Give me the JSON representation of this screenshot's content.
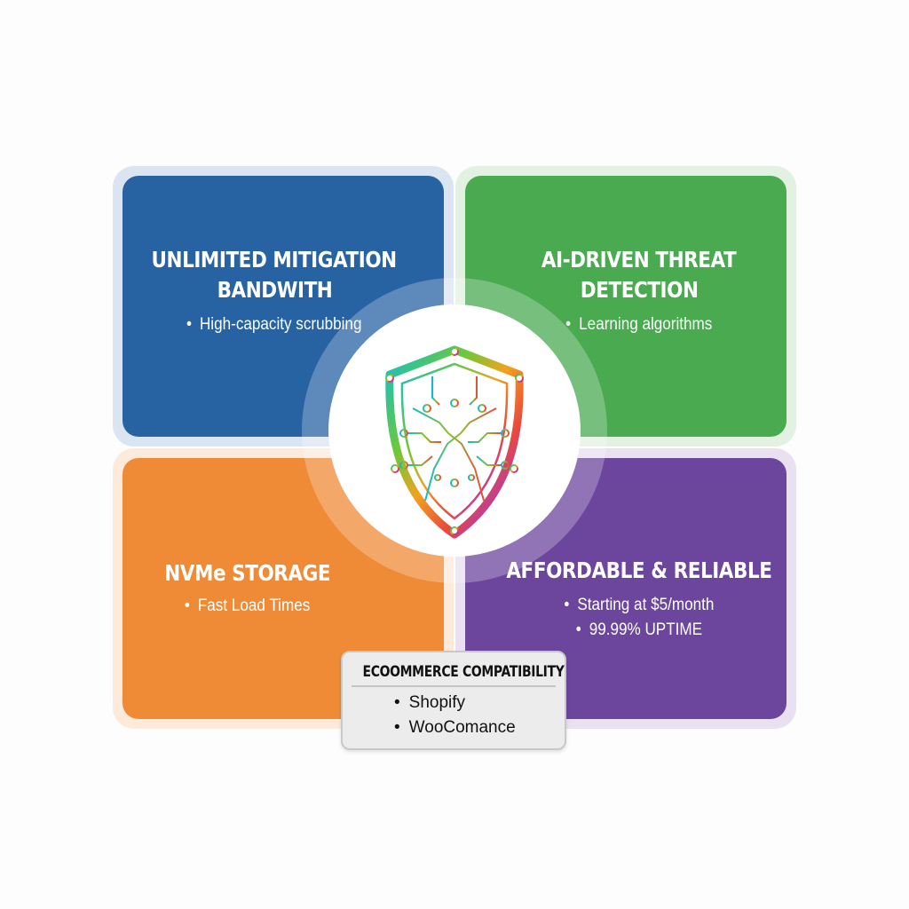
{
  "colors": {
    "blue": "#2763a3",
    "green": "#4aaa50",
    "orange": "#ef8a36",
    "purple": "#6c469c",
    "blue_frame": "#dbe5f1",
    "green_frame": "#e3f1e2",
    "orange_frame": "#fdeadb",
    "purple_frame": "#e9e1f2",
    "callout_bg": "#ececec"
  },
  "center": {
    "icon": "circuit-shield-icon"
  },
  "cards": [
    {
      "id": "mitigation",
      "title_line1": "UNLIMITED MITIGATION",
      "title_line2": "BANDWITH",
      "bullets": [
        "High-capacity scrubbing"
      ]
    },
    {
      "id": "ai",
      "title_line1": "AI-DRIVEN THREAT",
      "title_line2": "DETECTION",
      "bullets": [
        "Learning algorithms"
      ]
    },
    {
      "id": "storage",
      "title_line1": "NVMe STORAGE",
      "bullets": [
        "Fast Load Times"
      ]
    },
    {
      "id": "affordable",
      "title_line1": "AFFORDABLE & RELIABLE",
      "bullets": [
        "Starting at $5/month",
        "99.99% UPTIME"
      ]
    }
  ],
  "callout": {
    "title": "ECOOMMERCE COMPATIBILITY",
    "items": [
      "Shopify",
      "WooComance"
    ]
  }
}
